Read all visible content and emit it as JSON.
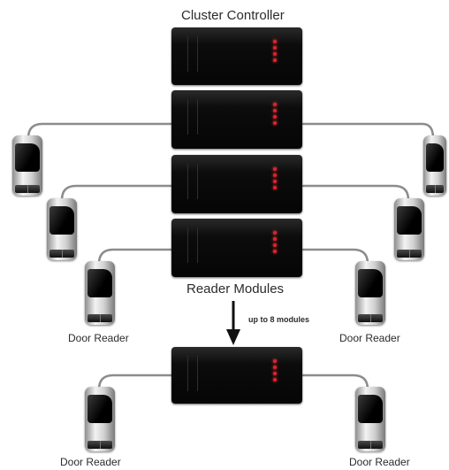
{
  "labels": {
    "controller": "Cluster Controller",
    "modules": "Reader Modules",
    "up_to": "up to 8 modules",
    "door_reader": "Door Reader"
  },
  "icons": {
    "controller": "controller-unit-icon",
    "module": "reader-module-icon",
    "reader": "door-reader-icon",
    "arrow": "arrow-down-icon"
  },
  "colors": {
    "device_body": "#0a0a0a",
    "led": "#e0222c",
    "cable": "#8c8c8c",
    "text": "#2b2b2b"
  }
}
